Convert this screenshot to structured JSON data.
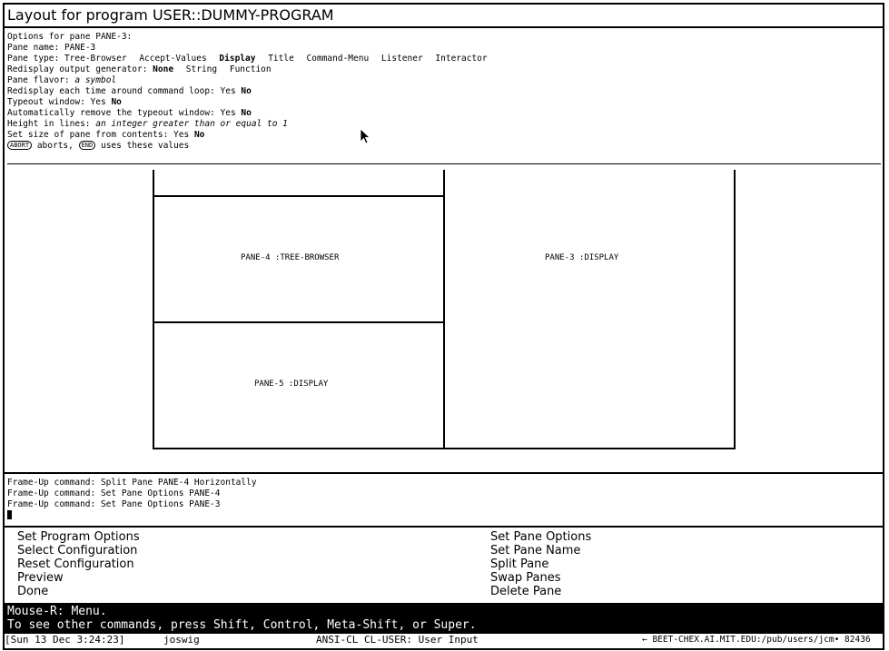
{
  "window": {
    "title": "Layout for program USER::DUMMY-PROGRAM"
  },
  "options": {
    "heading": "Options for pane PANE-3:",
    "pane_name": {
      "label": "Pane name:",
      "value": "PANE-3"
    },
    "pane_type": {
      "label": "Pane type:",
      "choices": [
        "Tree-Browser",
        "Accept-Values",
        "Display",
        "Title",
        "Command-Menu",
        "Listener",
        "Interactor"
      ],
      "selected": "Display"
    },
    "redisplay_gen": {
      "label": "Redisplay output generator:",
      "choices": [
        "None",
        "String",
        "Function"
      ],
      "selected": "None"
    },
    "pane_flavor": {
      "label": "Pane flavor:",
      "value": "a symbol"
    },
    "redisplay_loop": {
      "label": "Redisplay each time around command loop:",
      "yes": "Yes",
      "no": "No"
    },
    "typeout": {
      "label": "Typeout window:",
      "yes": "Yes",
      "no": "No"
    },
    "auto_remove": {
      "label": "Automatically remove the typeout window:",
      "yes": "Yes",
      "no": "No"
    },
    "height": {
      "label": "Height in lines:",
      "value": "an integer greater than or equal to 1"
    },
    "set_size": {
      "label": "Set size of pane from contents:",
      "yes": "Yes",
      "no": "No"
    },
    "footer": {
      "abort_key": "ABORT",
      "abort_text": "aborts,",
      "end_key": "END",
      "end_text": "uses these values"
    }
  },
  "layout": {
    "panes": [
      {
        "id": "pane4",
        "label": "PANE-4  :TREE-BROWSER"
      },
      {
        "id": "pane3",
        "label": "PANE-3  :DISPLAY"
      },
      {
        "id": "pane5",
        "label": "PANE-5  :DISPLAY"
      }
    ]
  },
  "history": [
    "Frame-Up command: Split Pane PANE-4 Horizontally",
    "Frame-Up command: Set Pane Options PANE-4",
    "Frame-Up command: Set Pane Options PANE-3"
  ],
  "menu": {
    "left": [
      "Set Program Options",
      "Select Configuration",
      "Reset Configuration",
      "Preview",
      "Done"
    ],
    "right": [
      "Set Pane Options",
      "Set Pane Name",
      "Split Pane",
      "Swap Panes",
      "Delete Pane"
    ]
  },
  "mouse_doc": {
    "line1": "Mouse-R: Menu.",
    "line2": "To see other commands, press Shift, Control, Meta-Shift, or Super."
  },
  "status": {
    "datetime": "[Sun 13 Dec 3:24:23]",
    "user": "joswig",
    "package": "ANSI-CL CL-USER: User Input",
    "path": "← BEET-CHEX.AI.MIT.EDU:/pub/users/jcm• 82436"
  }
}
